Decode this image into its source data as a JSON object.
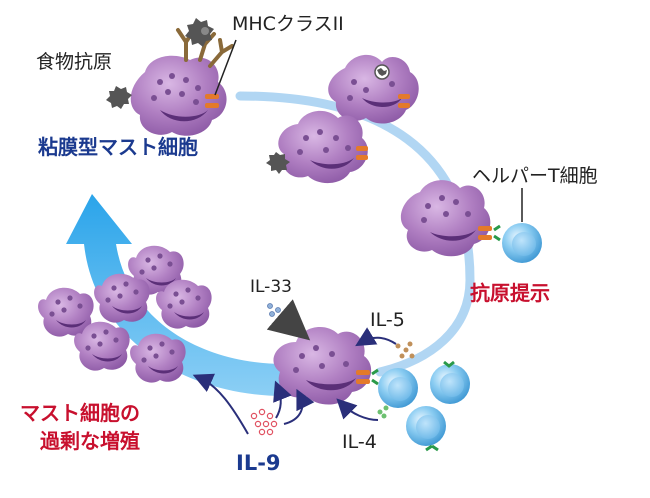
{
  "labels": {
    "mhc": "MHCクラスII",
    "food_antigen": "食物抗原",
    "mucosal_mast_cell": "粘膜型マスト細胞",
    "helper_t": "ヘルパーT細胞",
    "antigen_presentation": "抗原提示",
    "il33": "IL-33",
    "il5": "IL-5",
    "il4": "IL-4",
    "il9": "IL-9",
    "proliferation_line1": "マスト細胞の",
    "proliferation_line2": "過剰な増殖"
  },
  "colors": {
    "cell_purple": "#a56fb4",
    "cell_granule": "#7a4f93",
    "nucleus": "#5b2f78",
    "t_cell_blue": "#5bb1e3",
    "arrow_blue": "#2fa9ea",
    "cycle_light_blue": "#a9d2f2",
    "red_label": "#c8102e",
    "navy_label": "#1b3a8f",
    "receptor_orange": "#e47a2a"
  }
}
